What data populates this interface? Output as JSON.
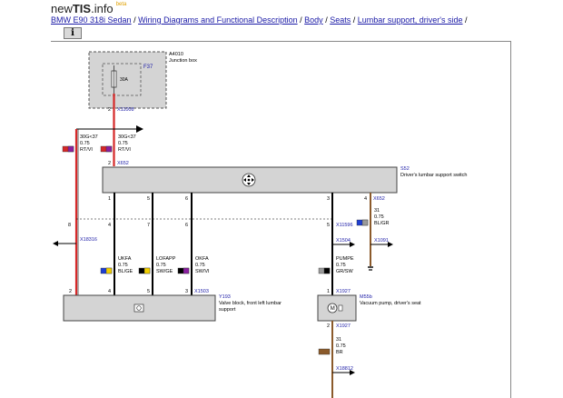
{
  "site": {
    "logo_prefix": "new",
    "logo_bold": "TIS",
    "logo_suffix": ".info",
    "beta": "beta"
  },
  "breadcrumbs": {
    "items": [
      "BMW E90 318i Sedan",
      "Wiring Diagrams and Functional Description",
      "Body",
      "Seats",
      "Lumbar support, driver's side"
    ],
    "separator": " / "
  },
  "toolbar": {
    "info_label": "i"
  },
  "diagram": {
    "junction_box": {
      "id": "A4010",
      "name": "Junction box",
      "fuse_id": "F37",
      "fuse_rating": "30A"
    },
    "connectors": {
      "x11008": "X11008",
      "x652": "X652",
      "x11596": "X11596",
      "x1504": "X1504",
      "x1091": "X1091",
      "x18316": "X18316",
      "x1503": "X1503",
      "x1927": "X1927",
      "x18812": "X18812"
    },
    "pins": {
      "p2": "2",
      "p1": "1",
      "p5": "5",
      "p6": "6",
      "p3": "3",
      "p4": "4",
      "p8": "8",
      "p7": "7"
    },
    "wire_supply_left": {
      "signal": "30G<37",
      "size": "0.75",
      "color": "RT/VI"
    },
    "wire_supply": {
      "signal": "30G<37",
      "size": "0.75",
      "color": "RT/VI"
    },
    "switch": {
      "id": "S52",
      "name": "Driver's lumbar support switch"
    },
    "ground_wire": {
      "signal": "31",
      "size": "0.75",
      "color": "BL/GR"
    },
    "wire_ukfa": {
      "signal": "UKFA",
      "size": "0.75",
      "color": "BL/GE"
    },
    "wire_lofapp": {
      "signal": "LOFAPP",
      "size": "0.75",
      "color": "SW/GE"
    },
    "wire_okfa": {
      "signal": "OKFA",
      "size": "0.75",
      "color": "SW/VI"
    },
    "wire_pumpe": {
      "signal": "PUMPE",
      "size": "0.75",
      "color": "GR/SW"
    },
    "valve_block": {
      "id": "Y193",
      "name_line1": "Valve block, front left lumbar",
      "name_line2": "support"
    },
    "pump": {
      "id": "M55b",
      "name": "Vacuum pump, driver's seat",
      "symbol": "M"
    },
    "pump_ground_wire": {
      "signal": "31",
      "size": "0.75",
      "color": "BR"
    }
  },
  "colors": {
    "link": "#1a1aa6",
    "wire_red": "#d62828",
    "wire_black": "#000000",
    "wire_brown": "#8b5a2b",
    "component_fill": "#d4d4d4",
    "blue": "#1f3fd1",
    "yellow": "#f2d000",
    "violet": "#8a1fa0",
    "grey": "#9a9a9a",
    "red": "#d62828",
    "brown": "#8b5a2b"
  }
}
